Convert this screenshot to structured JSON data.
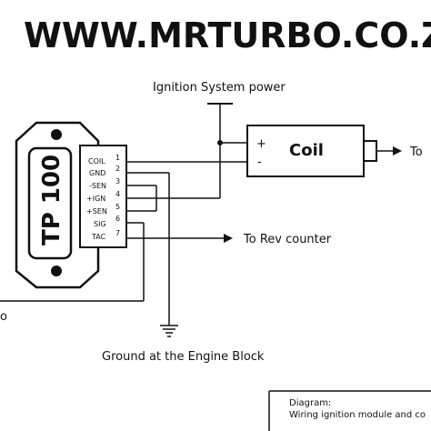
{
  "header": {
    "site_url": "WWW.MRTURBO.CO.ZA"
  },
  "module": {
    "name": "TP 100",
    "pins": [
      {
        "label": "COIL",
        "number": "1"
      },
      {
        "label": "GND",
        "number": "2"
      },
      {
        "label": "-SEN",
        "number": "3"
      },
      {
        "label": "+IGN",
        "number": "4"
      },
      {
        "label": "+SEN",
        "number": "5"
      },
      {
        "label": "SIG",
        "number": "6"
      },
      {
        "label": "TAC",
        "number": "7"
      }
    ]
  },
  "coil": {
    "label": "Coil",
    "plus_sign": "+",
    "minus_sign": "-"
  },
  "labels": {
    "ignition_power": "Ignition System power",
    "to_rev_counter": "To Rev counter",
    "ground_engine": "Ground at the Engine Block",
    "to_right": "To",
    "left_fragment": "o"
  },
  "info_box": {
    "title": "Diagram:",
    "subtitle": "Wiring ignition module and co"
  },
  "colors": {
    "ink": "#111111",
    "background": "#ffffff"
  }
}
